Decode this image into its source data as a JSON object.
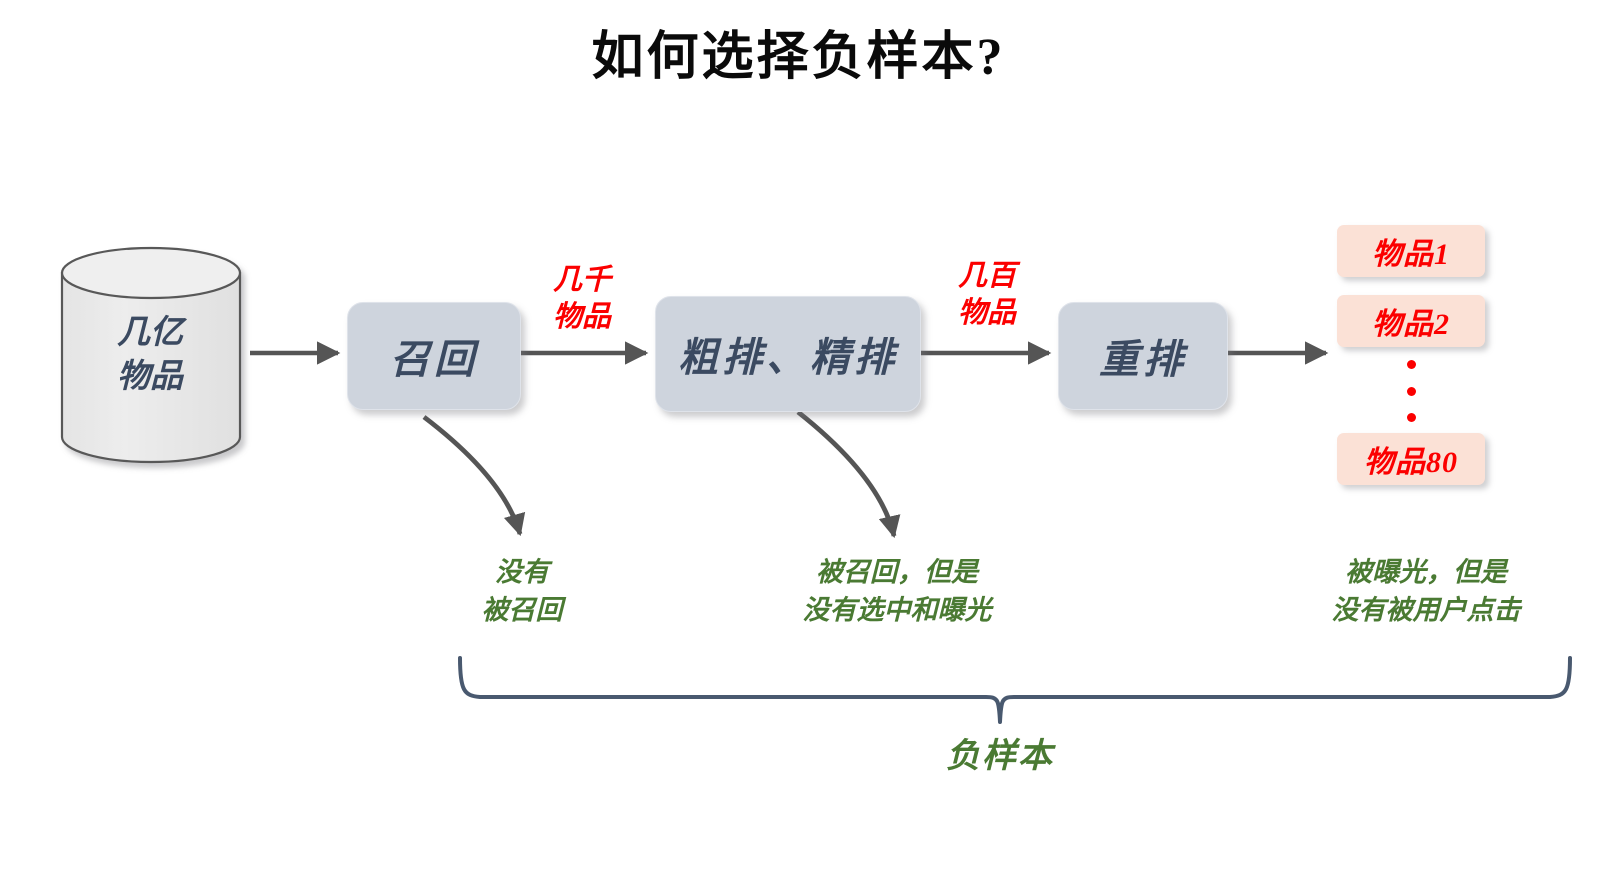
{
  "title": "如何选择负样本?",
  "source": {
    "shape": "cylinder-database",
    "label": "几亿\n物品"
  },
  "stages": [
    {
      "id": "recall",
      "label": "召回"
    },
    {
      "id": "ranking",
      "label": "粗排、精排"
    },
    {
      "id": "rerank",
      "label": "重排"
    }
  ],
  "flow_counts": [
    {
      "id": "after-recall",
      "label": "几千\n物品"
    },
    {
      "id": "after-ranking",
      "label": "几百\n物品"
    }
  ],
  "results": {
    "items": [
      {
        "label": "物品1"
      },
      {
        "label": "物品2"
      },
      {
        "label": "物品80"
      }
    ],
    "ellipsis": "⋮"
  },
  "notes": [
    {
      "id": "not-recalled",
      "label": "没有\n被召回"
    },
    {
      "id": "recalled-not-shown",
      "label": "被召回，但是\n没有选中和曝光"
    },
    {
      "id": "shown-not-clicked",
      "label": "被曝光，但是\n没有被用户点击"
    }
  ],
  "brace": {
    "label": "负样本"
  },
  "colors": {
    "title_text": "#0a0a0a",
    "stage_fill": "#ced4dd",
    "stage_text": "#3b4a61",
    "cylinder_fill": "#e8e8e8",
    "cylinder_stroke": "#595959",
    "arrow": "#555555",
    "count_red": "#fb0000",
    "item_fill": "#fbe1d6",
    "item_text": "#fb0000",
    "note_green": "#4a7a33",
    "brace_stroke": "#49596f",
    "background": "#ffffff"
  }
}
